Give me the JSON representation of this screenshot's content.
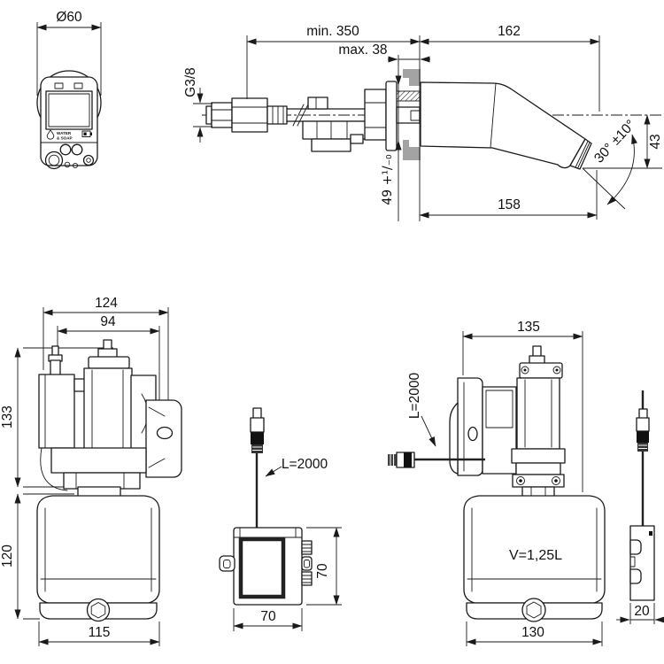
{
  "remote": {
    "dim_diameter": "Ø60",
    "water_label": "WATER",
    "soap_label": "& SOAP"
  },
  "faucet": {
    "dim_min_depth": "min. 350",
    "dim_max_wall": "max. 38",
    "dim_spout_total": "162",
    "thread_label": "G3/8",
    "dim_rough_in": "49 +¹/₋₀",
    "dim_spout_reach": "158",
    "dim_outlet_drop": "43",
    "angle_label": "30° ±10°"
  },
  "pump_front": {
    "dim_width_total": "124",
    "dim_width_body": "94",
    "dim_height_pump": "133",
    "dim_height_bottle": "120",
    "dim_width_bottle": "115"
  },
  "control_box": {
    "cable_length": "L=2000",
    "dim_height": "70",
    "dim_width": "70"
  },
  "pump_side": {
    "dim_width_total": "135",
    "cable_length": "L=2000",
    "bottle_volume": "V=1,25L",
    "dim_width_bottle": "130",
    "dim_depth_box": "20"
  },
  "colors": {
    "line": "#1a1a1a",
    "wall": "#a3a3a3",
    "dark": "#111111"
  }
}
